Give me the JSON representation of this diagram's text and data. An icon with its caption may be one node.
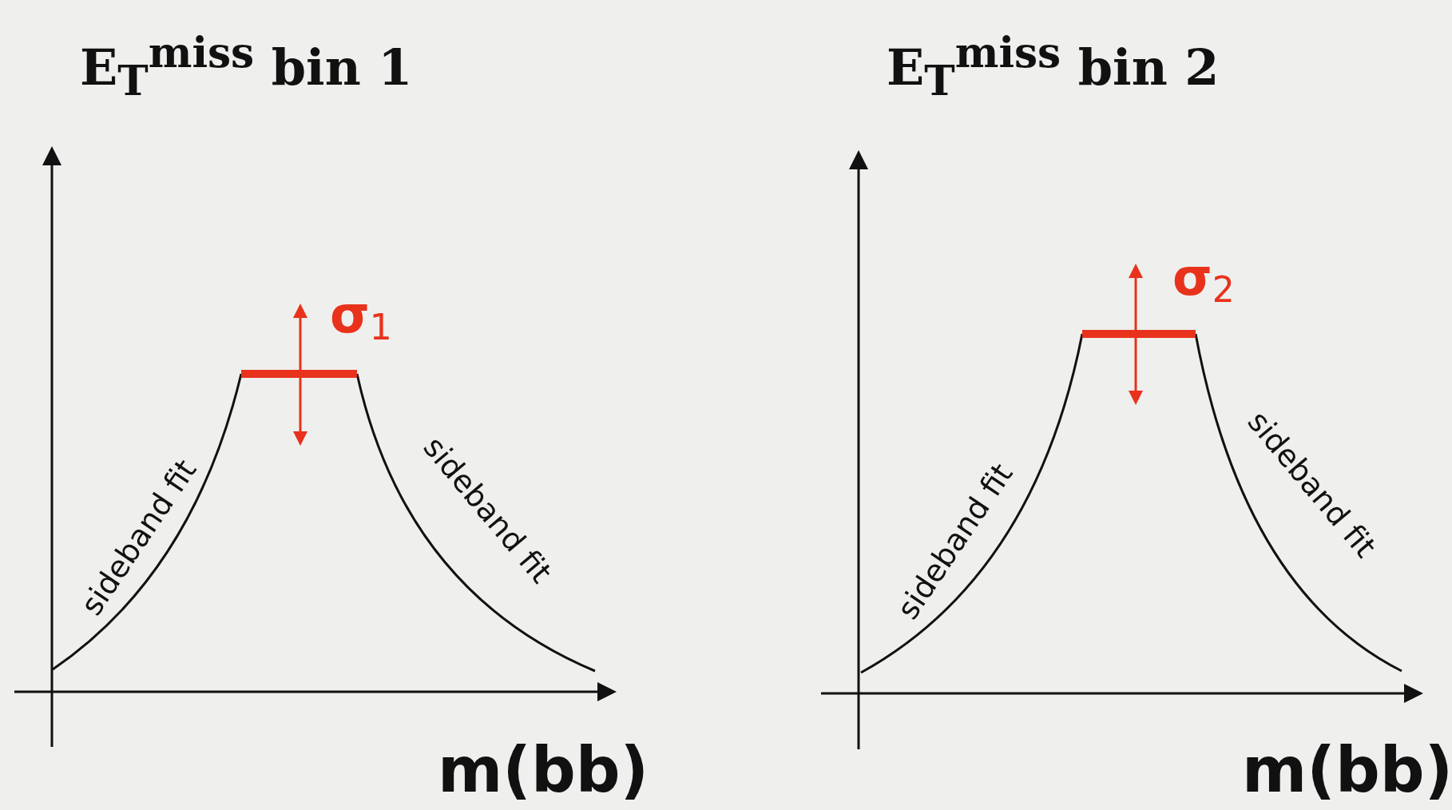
{
  "diagram": {
    "labels": [
      "E$_{T}$$^{miss}$ bin 1",
      "E$_{T}$$^{miss}$ bin 2",
      "σ$_{2}$",
      "σ$_{1}$",
      "sideband fit",
      "sideband fit",
      "sideband fit",
      "sideband fit",
      "m(bb)",
      "m(bb)"
    ]
  }
}
